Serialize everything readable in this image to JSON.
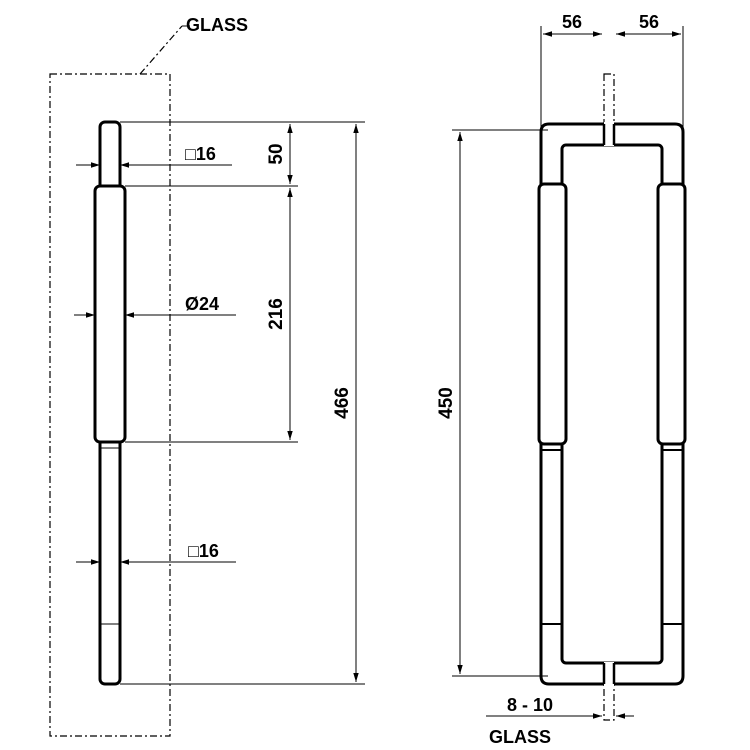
{
  "labels": {
    "glass_top": "GLASS",
    "square_top": "□16",
    "diameter": "Ø24",
    "square_bottom": "□16",
    "dim_50": "50",
    "dim_216": "216",
    "dim_466": "466",
    "dim_450": "450",
    "dim_56_left": "56",
    "dim_56_right": "56",
    "dim_thickness": "8 - 10",
    "glass_bottom": "GLASS"
  }
}
